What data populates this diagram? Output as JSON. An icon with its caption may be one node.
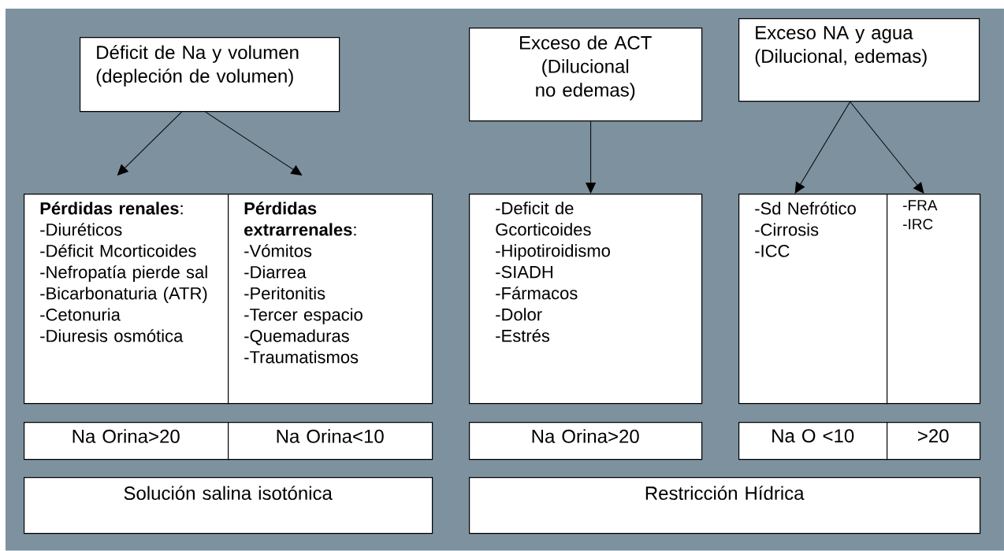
{
  "diagram": {
    "nodes": [
      {
        "text": [
          "Déficit de Na y volumen (depleción de volumen)"
        ]
      },
      {
        "text": [
          "Exceso de ACT (Dilucional no edemas)"
        ]
      },
      {
        "text": [
          "Exceso NA y agua (Dilucional, edemas)"
        ]
      },
      {
        "text": [
          "**Pérdidas renales**:",
          "-Diuréticos",
          "-Déficit Mcorticoides",
          "-Nefropatía pierde sal",
          "-Bicarbonaturia (ATR)",
          "-Cetonuria",
          "-Diuresis osmótica"
        ]
      },
      {
        "text": [
          "**Pérdidas extrarrenales**:",
          "-Vómitos",
          "-Diarrea",
          "-Peritonitis",
          "-Tercer espacio",
          "-Quemaduras",
          "-Traumatismos"
        ]
      },
      {
        "text": [
          "-Deficit de Gcorticoides",
          "-Hipotiroidismo",
          "-SIADH",
          "-Fármacos",
          "-Dolor",
          "-Estrés"
        ]
      },
      {
        "text": [
          "-Sd Nefrótico",
          "-Cirrosis",
          "-ICC"
        ]
      },
      {
        "text": [
          "-FRA",
          "-IRC"
        ]
      },
      {
        "text": [
          "Na Orina>20"
        ]
      },
      {
        "text": [
          "Na Orina<10"
        ]
      },
      {
        "text": [
          "Na Orina>20"
        ]
      },
      {
        "text": [
          "Na O <10"
        ]
      },
      {
        "text": [
          ">20"
        ]
      },
      {
        "text": [
          "Solución salina isotónica"
        ]
      },
      {
        "text": [
          "Restricción Hídrica"
        ]
      }
    ],
    "edges": [
      {
        "from": 0,
        "to": 3,
        "arrow": "to"
      },
      {
        "from": 0,
        "to": 4,
        "arrow": "to"
      },
      {
        "from": 1,
        "to": 5,
        "arrow": "to"
      },
      {
        "from": 2,
        "to": 6,
        "arrow": "to"
      },
      {
        "from": 2,
        "to": 7,
        "arrow": "to"
      }
    ]
  }
}
